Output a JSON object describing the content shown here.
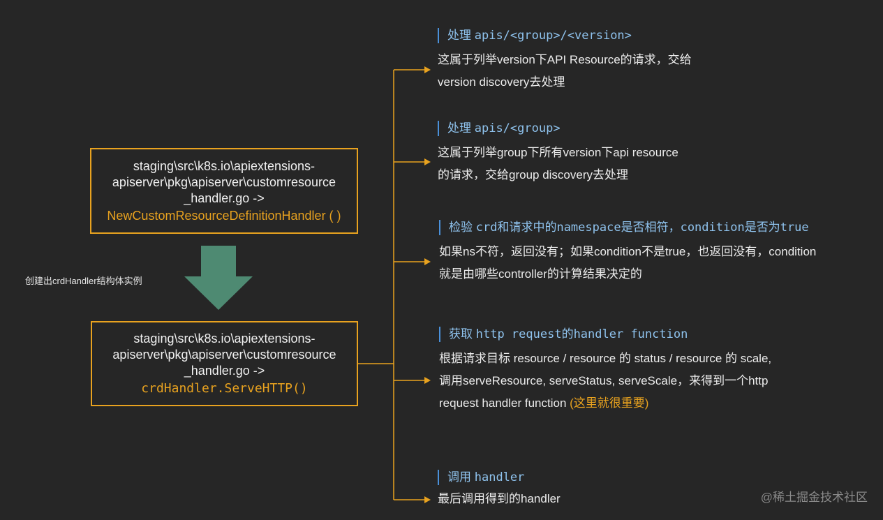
{
  "box1": {
    "line1": "staging\\src\\k8s.io\\apiextensions-",
    "line2": "apiserver\\pkg\\apiserver\\customresource",
    "line3": "_handler.go ->",
    "fn": "NewCustomResourceDefinitionHandler ( )"
  },
  "box2": {
    "line1": "staging\\src\\k8s.io\\apiextensions-",
    "line2": "apiserver\\pkg\\apiserver\\customresource",
    "line3": "_handler.go ->",
    "fn": "crdHandler.ServeHTTP()"
  },
  "side_note": "创建出crdHandler结构体实例",
  "steps": [
    {
      "title_zh": "处理",
      "title_code": "apis/<group>/<version>",
      "desc1": "这属于列举version下API Resource的请求，交给",
      "desc2": "version discovery去处理"
    },
    {
      "title_zh": "处理",
      "title_code": "apis/<group>",
      "desc1": "这属于列举group下所有version下api resource",
      "desc2": "的请求，交给group discovery去处理"
    },
    {
      "title_zh": "检验",
      "title_code1": "crd",
      "title_zh2": "和请求中的",
      "title_code2": "namespace",
      "title_zh3": "是否相符，",
      "title_code3": "condition",
      "title_zh4": "是否为",
      "title_code4": "true",
      "desc1": "如果ns不符，返回没有；如果condition不是true，也返回没有，condition",
      "desc2": "就是由哪些controller的计算结果决定的"
    },
    {
      "title_zh": "获取",
      "title_code1": "http request",
      "title_zh2": "的",
      "title_code2": "handler function",
      "desc1": "根据请求目标 resource / resource 的 status / resource 的 scale,",
      "desc2": "调用serveResource, serveStatus, serveScale，来得到一个http",
      "desc3": "request handler function",
      "desc3_hl": "(这里就很重要)"
    },
    {
      "title_zh": "调用",
      "title_code": "handler",
      "desc1": "最后调用得到的handler"
    }
  ],
  "watermark": "@稀土掘金技术社区",
  "colors": {
    "background": "#262626",
    "accent_orange": "#e8a21f",
    "arrow_green": "#4e8a72",
    "title_blue": "#8fc3ee",
    "bar_blue": "#4a90d9"
  }
}
